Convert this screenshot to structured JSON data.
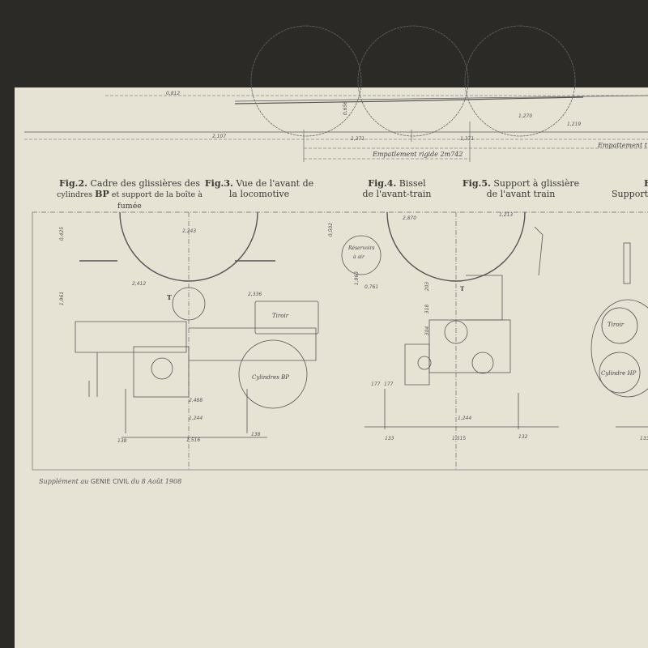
{
  "figures": [
    {
      "number": "Fig.2.",
      "title_line1": "Cadre des glissières des",
      "title_line2_pre": "cylindres ",
      "title_line2_bold": "BP",
      "title_line2_post": " et support de la boîte à fumée"
    },
    {
      "number": "Fig.3.",
      "title_line1": "Vue de l'avant de",
      "title_line2": "la locomotive"
    },
    {
      "number": "Fig.4.",
      "title_line1": "Bissel",
      "title_line2": "de l'avant-train"
    },
    {
      "number": "Fig.5.",
      "title_line1": "Support à glissière",
      "title_line2": "de l'avant train"
    },
    {
      "number": "F",
      "title_line2": "Support"
    }
  ],
  "top_view": {
    "dimensions": [
      "0,812",
      "2,107",
      "1,371",
      "1,371",
      "1,270",
      "1,219",
      "0,656"
    ],
    "empattement_rigide": "Empatlement rigide 2m742",
    "empattement_right": "Empattement t"
  },
  "fig2_3": {
    "labels": {
      "t": "T",
      "tiroir": "Tiroir",
      "cylindres": "Cylindres BP"
    },
    "dimensions": {
      "d2243": "2,243",
      "d2412": "2,412",
      "d2336": "2,336",
      "d2488": "2,488",
      "d1244": "1,244",
      "d1516": "1,516",
      "d138a": "138",
      "d138b": "138",
      "d0425": "0,425",
      "d1961": "1,961"
    }
  },
  "fig4_5": {
    "labels": {
      "reservoir1": "Réservoirs",
      "reservoir2": "à air",
      "t": "T"
    },
    "dimensions": {
      "d0502": "0,502",
      "d2870": "2,870",
      "d1213": "1,213",
      "d1963": "1,963",
      "d0761": "0,761",
      "d203": "203",
      "d318": "318",
      "d304": "304",
      "d177a": "177",
      "d177b": "177",
      "d1244": "1,244",
      "d1515": "1,515",
      "d133a": "133",
      "d132": "132"
    }
  },
  "fig6": {
    "labels": {
      "tiroir": "Tiroir",
      "cylindre": "Cylindre HP"
    },
    "dimensions": {
      "d133": "133"
    }
  },
  "footer": {
    "pre": "Supplément au",
    "journal": "GENIE CIVIL",
    "post": "du 8 Août 1908"
  },
  "colors": {
    "paper": "#e6e3d5",
    "ink": "#3a3935",
    "background": "#2b2a27"
  }
}
